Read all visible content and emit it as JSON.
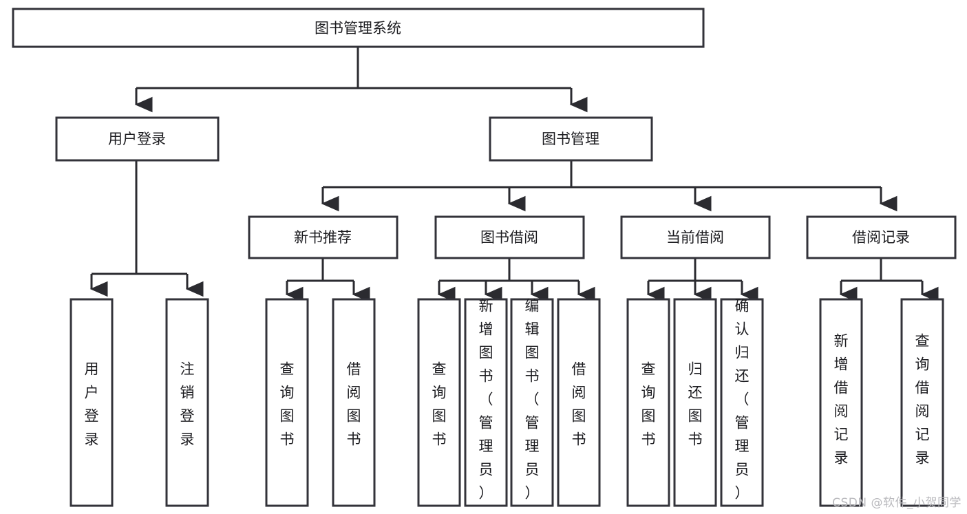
{
  "diagram": {
    "type": "tree-hierarchy",
    "title": "图书管理系统",
    "watermark": "CSDN @软件_小贺同学",
    "colors": {
      "box_stroke": "#33333a",
      "box_fill": "#ffffff",
      "edge": "#2b2b30",
      "text": "#1c1c20",
      "watermark": "#b9b9bd",
      "background": "#ffffff"
    },
    "nodes": {
      "root": {
        "label": "图书管理系统",
        "orientation": "horizontal"
      },
      "level2": [
        {
          "id": "user-login",
          "label": "用户登录",
          "orientation": "horizontal"
        },
        {
          "id": "book-manage",
          "label": "图书管理",
          "orientation": "horizontal"
        }
      ],
      "level3": [
        {
          "id": "new-book-recommend",
          "label": "新书推荐",
          "orientation": "horizontal"
        },
        {
          "id": "book-borrow",
          "label": "图书借阅",
          "orientation": "horizontal"
        },
        {
          "id": "current-borrow",
          "label": "当前借阅",
          "orientation": "horizontal"
        },
        {
          "id": "borrow-record",
          "label": "借阅记录",
          "orientation": "horizontal"
        }
      ],
      "leaves": {
        "user-login": [
          {
            "id": "leaf-user-login",
            "label": "用户登录",
            "orientation": "vertical"
          },
          {
            "id": "leaf-user-logout",
            "label": "注销登录",
            "orientation": "vertical"
          }
        ],
        "new-book-recommend": [
          {
            "id": "leaf-query-book-1",
            "label": "查询图书",
            "orientation": "vertical"
          },
          {
            "id": "leaf-borrow-book-1",
            "label": "借阅图书",
            "orientation": "vertical"
          }
        ],
        "book-borrow": [
          {
            "id": "leaf-query-book-2",
            "label": "查询图书",
            "orientation": "vertical"
          },
          {
            "id": "leaf-add-book",
            "label": "新增图书（管理员）",
            "orientation": "vertical"
          },
          {
            "id": "leaf-edit-book",
            "label": "编辑图书（管理员）",
            "orientation": "vertical"
          },
          {
            "id": "leaf-borrow-book-2",
            "label": "借阅图书",
            "orientation": "vertical"
          }
        ],
        "current-borrow": [
          {
            "id": "leaf-query-book-3",
            "label": "查询图书",
            "orientation": "vertical"
          },
          {
            "id": "leaf-return-book",
            "label": "归还图书",
            "orientation": "vertical"
          },
          {
            "id": "leaf-confirm-return",
            "label": "确认归还（管理员）",
            "orientation": "vertical"
          }
        ],
        "borrow-record": [
          {
            "id": "leaf-add-record",
            "label": "新增借阅记录",
            "orientation": "vertical"
          },
          {
            "id": "leaf-query-record",
            "label": "查询借阅记录",
            "orientation": "vertical"
          }
        ]
      }
    }
  }
}
